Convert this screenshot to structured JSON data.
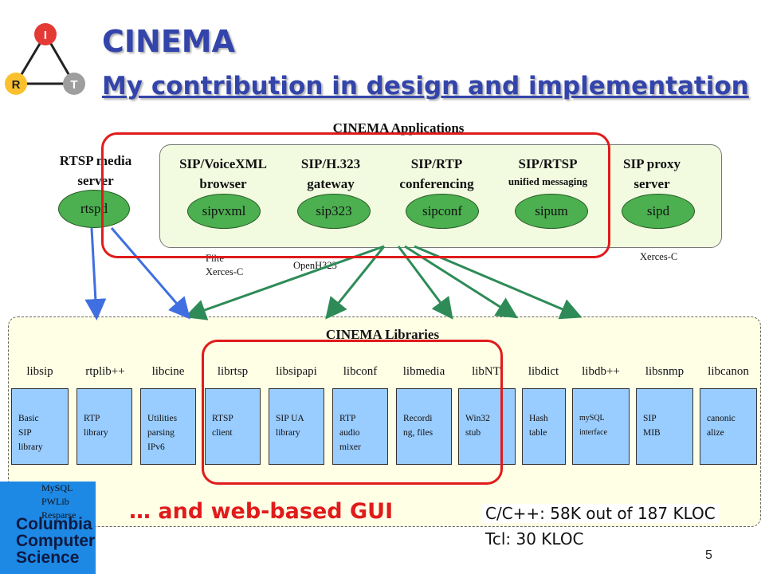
{
  "slide": {
    "title": "CINEMA",
    "subtitle": "My contribution in design and implementation",
    "page_number": "5",
    "logo": {
      "top": "I",
      "left": "R",
      "right": "T"
    },
    "affiliation": [
      "Columbia",
      "Computer",
      "Science"
    ]
  },
  "applications": {
    "heading": "CINEMA Applications",
    "rtsp_label": [
      "RTSP media",
      "server"
    ],
    "rtsp_process": "rtspd",
    "items": [
      {
        "label": [
          "SIP/VoiceXML",
          "browser"
        ],
        "process": "sipvxml"
      },
      {
        "label": [
          "SIP/H.323",
          "gateway"
        ],
        "process": "sip323"
      },
      {
        "label": [
          "SIP/RTP",
          "conferencing"
        ],
        "process": "sipconf"
      },
      {
        "label": [
          "SIP/RTSP",
          "unified messaging"
        ],
        "process": "sipum"
      },
      {
        "label": [
          "SIP proxy",
          "server"
        ],
        "process": "sipd"
      }
    ],
    "notes": {
      "vxml_deps": [
        "Filte",
        "Xerces-C"
      ],
      "h323_dep": "OpenH323",
      "proxy_dep": "Xerces-C"
    }
  },
  "libraries": {
    "heading": "CINEMA Libraries",
    "items": [
      {
        "name": "libsip",
        "desc": [
          "Basic",
          "SIP",
          "library"
        ]
      },
      {
        "name": "rtplib++",
        "desc": [
          "RTP",
          "library"
        ]
      },
      {
        "name": "libcine",
        "desc": [
          "Utilities",
          "parsing",
          "IPv6"
        ]
      },
      {
        "name": "librtsp",
        "desc": [
          "RTSP",
          "client"
        ]
      },
      {
        "name": "libsipapi",
        "desc": [
          "SIP UA",
          "library"
        ]
      },
      {
        "name": "libconf",
        "desc": [
          "RTP",
          "audio",
          "mixer"
        ]
      },
      {
        "name": "libmedia",
        "desc": [
          "Recordi",
          "ng, files"
        ]
      },
      {
        "name": "libNT",
        "desc": [
          "Win32",
          "stub"
        ]
      },
      {
        "name": "libdict",
        "desc": [
          "Hash",
          "table"
        ]
      },
      {
        "name": "libdb++",
        "desc": [
          "mySQL",
          "interface"
        ]
      },
      {
        "name": "libsnmp",
        "desc": [
          "SIP",
          "MIB"
        ]
      },
      {
        "name": "libcanon",
        "desc": [
          "canonic",
          "alize"
        ]
      }
    ],
    "external": [
      "MySQL",
      "PWLib",
      "Resparse"
    ]
  },
  "footer": {
    "gui": "… and web-based GUI",
    "loc_cpp": "C/C++: 58K out of 187 KLOC",
    "loc_tcl": "Tcl: 30 KLOC"
  },
  "colors": {
    "title": "#3344aa",
    "highlight": "#e01b1b",
    "process": "#4caf50",
    "library": "#99ccff",
    "arrow_green": "#2e8b57",
    "arrow_blue": "#3f6fe0"
  }
}
